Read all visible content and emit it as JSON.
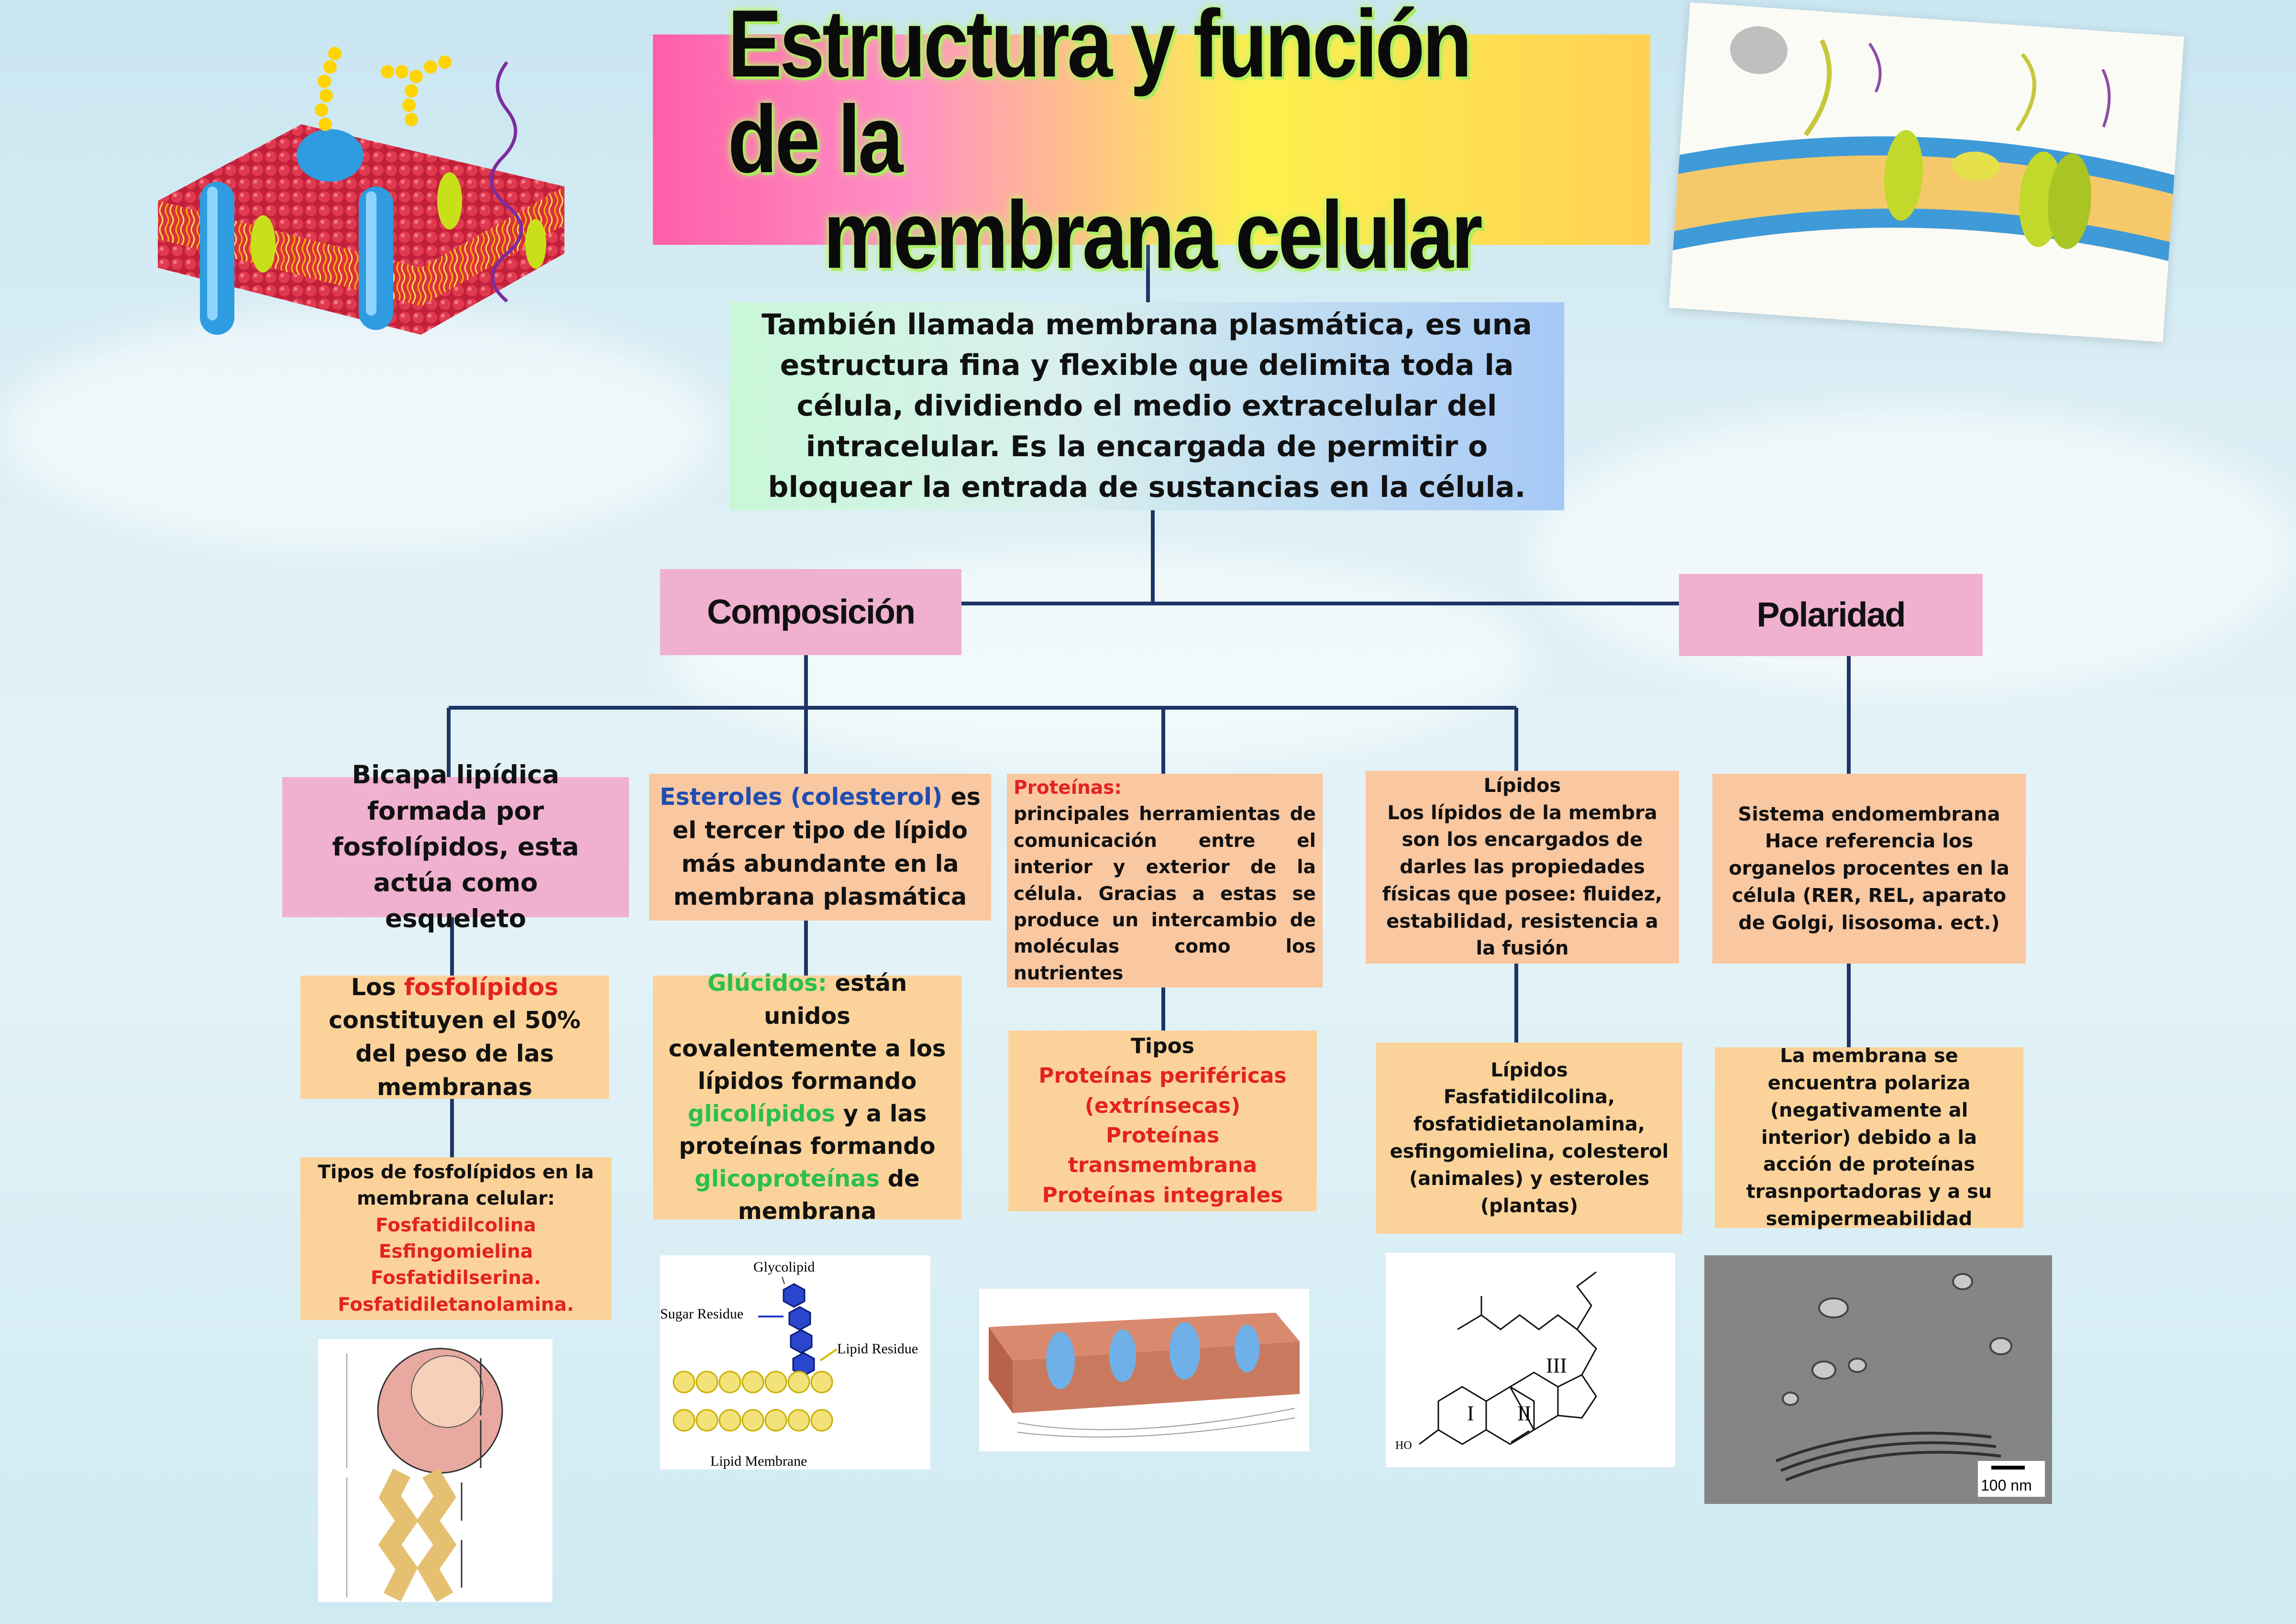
{
  "title": {
    "line1": "Estructura y función de la",
    "line2": "membrana celular"
  },
  "intro": {
    "text": "También llamada membrana plasmática, es una estructura fina y flexible que delimita toda la célula, dividiendo el medio extracelular del intracelular.  Es la encargada de permitir o bloquear la entrada de sustancias en la célula."
  },
  "categories": {
    "composicion": "Composición",
    "polaridad": "Polaridad"
  },
  "bicapa": {
    "text": "Bicapa lipídica formada por fosfolípidos, esta actúa como esqueleto"
  },
  "fosfolipidos": {
    "pre": "Los ",
    "highlight": "fosfolípidos",
    "post": " constituyen el 50% del peso de las membranas"
  },
  "tipos_fosfolipidos": {
    "heading": "Tipos de fosfolípidos en la membrana celular:",
    "items": [
      "Fosfatidilcolina",
      "Esfingomielina",
      "Fosfatidilserina.",
      "Fosfatidiletanolamina."
    ]
  },
  "esteroles": {
    "highlight": "Esteroles (colesterol)",
    "post": " es el tercer tipo de lípido más abundante en la membrana plasmática"
  },
  "glucidos": {
    "h1": "Glúcidos:",
    "t1": " están unidos covalentemente a los lípidos formando ",
    "h2": "glicolípidos",
    "t2": " y a las proteínas formando ",
    "h3": "glicoproteínas",
    "t3": " de membrana"
  },
  "proteinas": {
    "heading": "Proteínas:",
    "text": "principales herramientas de comunicación entre el interior y exterior de la célula. Gracias a estas se produce un intercambio de moléculas como los nutrientes"
  },
  "tipos_proteinas": {
    "heading": "Tipos",
    "items": [
      "Proteínas periféricas (extrínsecas)",
      "Proteínas transmembrana",
      "Proteínas integrales"
    ]
  },
  "lipidos": {
    "heading": "Lípidos",
    "text": "Los lípidos de la membra son los encargados de darles las propiedades físicas que posee:  fluidez, estabilidad, resistencia a la fusión"
  },
  "lipidos_lista": {
    "heading": "Lípidos",
    "text": "Fasfatidilcolina, fosfatidietanolamina, esfingomielina, colesterol (animales) y esteroles (plantas)"
  },
  "sistema": {
    "heading": "Sistema endomembrana",
    "text": "Hace referencia los organelos procentes en la célula (RER, REL, aparato de Golgi, lisosoma. ect.)"
  },
  "polaridad_texto": {
    "text": "La membrana se encuentra polariza (negativamente al interior)  debido a la acción de proteínas trasnportadoras y a su semipermeabilidad"
  },
  "figures": {
    "glycolipid": {
      "title": "Glycolipid",
      "sugar": "Sugar Residue",
      "lipid": "Lipid Residue",
      "membrane": "Lipid Membrane"
    },
    "steroid": {
      "ring1": "I",
      "ring2": "II",
      "ring3": "III",
      "ho": "HO"
    },
    "micrograph": {
      "scale": "100 nm"
    }
  },
  "colors": {
    "pink_box": "#efb1cf",
    "peach_box": "#f9c7a0",
    "sand_box": "#fbd39a",
    "connector": "#1d3566",
    "red_text": "#e32222",
    "blue_text": "#1f4db0",
    "green_text": "#2bbf4f"
  }
}
